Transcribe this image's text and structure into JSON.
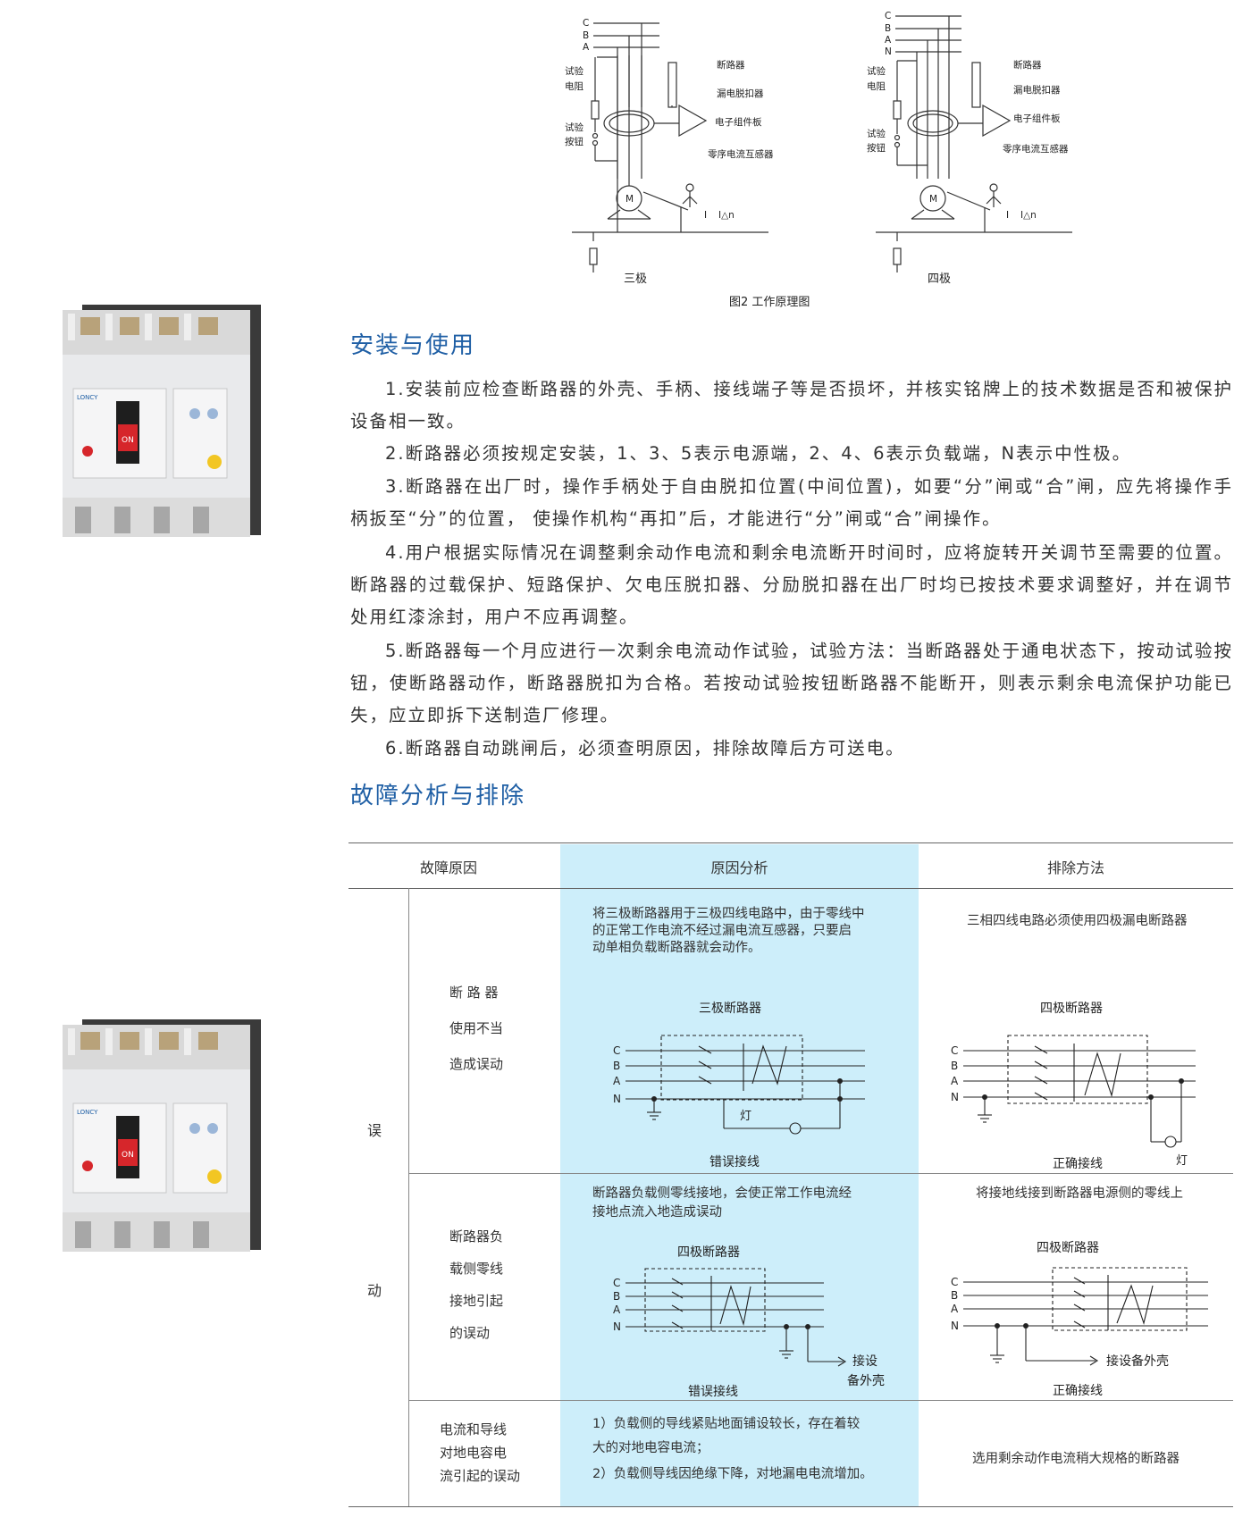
{
  "top_diagrams": {
    "caption": "图2 工作原理图",
    "three_pole": {
      "label": "三极",
      "phases": [
        "C",
        "B",
        "A"
      ],
      "labels": {
        "test_resistor": [
          "试验",
          "电阻"
        ],
        "test_button": [
          "试验",
          "按钮"
        ],
        "breaker": "断路器",
        "leak_release": "漏电脱扣器",
        "electronic_board": "电子组件板",
        "zero_ct": "零序电流互感器",
        "motor": "M",
        "current": "I",
        "residual": "I△n"
      }
    },
    "four_pole": {
      "label": "四极",
      "phases": [
        "C",
        "B",
        "A",
        "N"
      ],
      "labels": {
        "test_resistor": [
          "试验",
          "电阻"
        ],
        "test_button": [
          "试验",
          "按钮"
        ],
        "breaker": "断路器",
        "leak_release": "漏电脱扣器",
        "electronic_board": "电子组件板",
        "zero_ct": "零序电流互感器",
        "motor": "M",
        "current": "I",
        "residual": "I△n"
      }
    }
  },
  "install": {
    "title": "安装与使用",
    "paragraphs": [
      "1.安装前应检查断路器的外壳、手柄、接线端子等是否损坏，并核实铭牌上的技术数据是否和被保护设备相一致。",
      "2.断路器必须按规定安装，1、3、5表示电源端，2、4、6表示负载端，N表示中性极。",
      "3.断路器在出厂时，操作手柄处于自由脱扣位置(中间位置)，如要“分”闸或“合”闸，应先将操作手柄扳至“分”的位置， 使操作机构“再扣”后，才能进行“分”闸或“合”闸操作。",
      "4.用户根据实际情况在调整剩余动作电流和剩余电流断开时间时，应将旋转开关调节至需要的位置。断路器的过载保护、短路保护、欠电压脱扣器、分励脱扣器在出厂时均已按技术要求调整好，并在调节处用红漆涂封，用户不应再调整。",
      "5.断路器每一个月应进行一次剩余电流动作试验，试验方法：当断路器处于通电状态下，按动试验按钮，使断路器动作，断路器脱扣为合格。若按动试验按钮断路器不能断开，则表示剩余电流保护功能已失，应立即拆下送制造厂修理。",
      "6.断路器自动跳闸后，必须查明原因，排除故障后方可送电。"
    ]
  },
  "fault": {
    "title": "故障分析与排除",
    "headers": {
      "cause": "故障原因",
      "analysis": "原因分析",
      "remedy": "排除方法"
    },
    "group_label": [
      "误",
      "动"
    ],
    "rows": [
      {
        "cause": [
          "断 路 器",
          "使用不当",
          "造成误动"
        ],
        "analysis": [
          "将三极断路器用于三极四线电路中，由于零线中",
          "的正常工作电流不经过漏电流互感器，只要启",
          "动单相负载断路器就会动作。"
        ],
        "remedy": "三相四线电路必须使用四极漏电断路器",
        "wrong_diagram": {
          "title": "三极断路器",
          "phases": [
            "C",
            "B",
            "A",
            "N"
          ],
          "lamp": "灯",
          "caption": "错误接线"
        },
        "right_diagram": {
          "title": "四极断路器",
          "phases": [
            "C",
            "B",
            "A",
            "N"
          ],
          "lamp": "灯",
          "caption": "正确接线"
        }
      },
      {
        "cause": [
          "断路器负",
          "载侧零线",
          "接地引起",
          "的误动"
        ],
        "analysis": [
          "断路器负载侧零线接地，会使正常工作电流经",
          "接地点流入地造成误动"
        ],
        "remedy": "将接地线接到断路器电源侧的零线上",
        "wrong_diagram": {
          "title": "四极断路器",
          "phases": [
            "C",
            "B",
            "A",
            "N"
          ],
          "note": [
            "接设",
            "备外壳"
          ],
          "caption": "错误接线"
        },
        "right_diagram": {
          "title": "四极断路器",
          "phases": [
            "C",
            "B",
            "A",
            "N"
          ],
          "note": [
            "接设备外壳"
          ],
          "caption": "正确接线"
        }
      },
      {
        "cause": [
          "电流和导线",
          "对地电容电",
          "流引起的误动"
        ],
        "analysis": [
          "1）负载侧的导线紧贴地面铺设较长，存在着较",
          "大的对地电容电流；",
          "2）负载侧导线因绝缘下降，对地漏电电流增加。"
        ],
        "remedy": "选用剩余动作电流稍大规格的断路器"
      }
    ]
  },
  "product": {
    "brand": "LONCY",
    "on_label": "ON"
  },
  "colors": {
    "title_blue": "#1f5fa5",
    "highlight_column": "#cdeefa",
    "product_red": "#d6262b",
    "product_yellow": "#f2c623"
  }
}
